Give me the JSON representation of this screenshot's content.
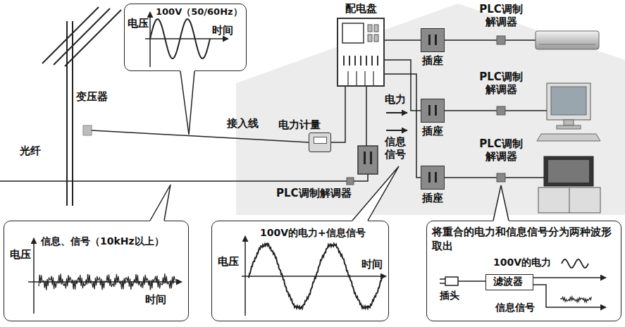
{
  "diagram": {
    "nodes": [
      {
        "text": [
          "100V（50/60Hz）",
          "电压",
          "时间"
        ]
      },
      {
        "text": [
          "电力计量"
        ]
      },
      {
        "text": [
          "配电盘"
        ]
      },
      {
        "text": [
          "插座"
        ]
      },
      {
        "text": [
          "插座"
        ]
      },
      {
        "text": [
          "插座"
        ]
      },
      {
        "text": [
          "电压",
          "信息、信号（10kHz以上）",
          "时间"
        ]
      },
      {
        "text": [
          "100V的电力+信息信号",
          "电压",
          "时间"
        ]
      },
      {
        "text": [
          "将重合的电力和信息信号分为两种波形取出"
        ]
      },
      {
        "text": [
          "滤波器"
        ],
        "in": 8
      }
    ],
    "edges": [
      {
        "from": 1,
        "to": 2,
        "arrow": "none"
      },
      {
        "from": 2,
        "to": 3,
        "arrow": "none"
      },
      {
        "from": 2,
        "to": 4,
        "arrow": "none"
      },
      {
        "from": 2,
        "to": 5,
        "arrow": "none"
      }
    ],
    "labels": [
      "光纤",
      "变压器",
      "接入线",
      "电力",
      "信息 信号",
      "PLC调制解调器",
      "PLC调制解调器",
      "PLC调制解调器",
      "PLC调制解调器",
      "插头",
      "100V的电力",
      "信息信号"
    ]
  }
}
